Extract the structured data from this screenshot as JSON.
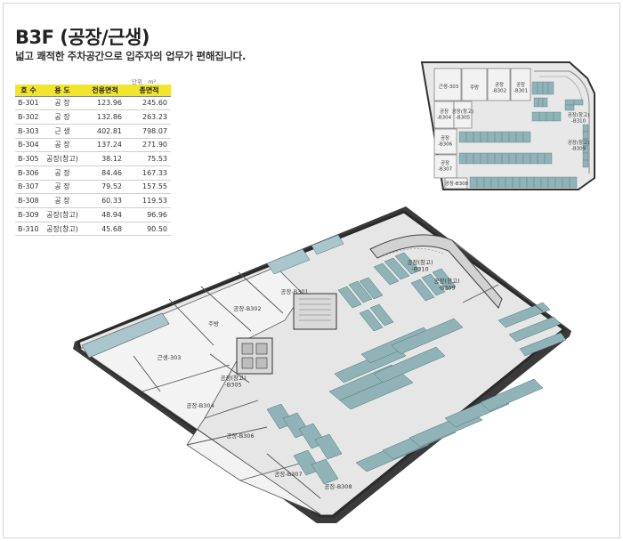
{
  "title": "B3F (공장/근생)",
  "subtitle": "넓고 쾌적한 주차공간으로 입주자의 업무가 편해집니다.",
  "unit_label": "단위 : m²",
  "table": {
    "headers": [
      "호 수",
      "용 도",
      "전용면적",
      "총면적"
    ],
    "rows": [
      {
        "unit": "B-301",
        "use": "공   장",
        "exclusive": "123.96",
        "total": "245.60"
      },
      {
        "unit": "B-302",
        "use": "공   장",
        "exclusive": "132.86",
        "total": "263.23"
      },
      {
        "unit": "B-303",
        "use": "근   생",
        "exclusive": "402.81",
        "total": "798.07"
      },
      {
        "unit": "B-304",
        "use": "공   장",
        "exclusive": "137.24",
        "total": "271.90"
      },
      {
        "unit": "B-305",
        "use": "공장(창고)",
        "exclusive": "38.12",
        "total": "75.53"
      },
      {
        "unit": "B-306",
        "use": "공   장",
        "exclusive": "84.46",
        "total": "167.33"
      },
      {
        "unit": "B-307",
        "use": "공   장",
        "exclusive": "79.52",
        "total": "157.55"
      },
      {
        "unit": "B-308",
        "use": "공   장",
        "exclusive": "60.33",
        "total": "119.53"
      },
      {
        "unit": "B-309",
        "use": "공장(창고)",
        "exclusive": "48.94",
        "total": "96.96"
      },
      {
        "unit": "B-310",
        "use": "공장(창고)",
        "exclusive": "45.68",
        "total": "90.50"
      }
    ]
  },
  "key_plan_labels": {
    "b303": "근생-303",
    "kitchen": "주방",
    "b302": "공장\n-B302",
    "b301": "공장\n-B301",
    "b304": "공장\n-B304",
    "b305": "공장(창고)\n-B305",
    "b306": "공장\n-B306",
    "b307": "공장\n-B307",
    "b308": "공장-B308",
    "b310": "공장(창고)\n-B310",
    "b309": "공장(창고)\n-B309"
  },
  "main_plan_labels": {
    "b301": "공장-B301",
    "b302": "공장-B302",
    "kitchen": "주방",
    "b303": "근생-303",
    "b305": "공장(창고)\n-B305",
    "b304": "공장-B304",
    "b306": "공장-B306",
    "b307": "공장-B307",
    "b308": "공장-B308",
    "b310": "공장(창고)\n-B310",
    "b309": "공장(창고)\n-B309"
  },
  "colors": {
    "header_yellow": "#f2e62a",
    "parking_teal": "#8fb3b6",
    "floor_gray": "#e6e6e6",
    "wall_dark": "#2a2a2a"
  }
}
